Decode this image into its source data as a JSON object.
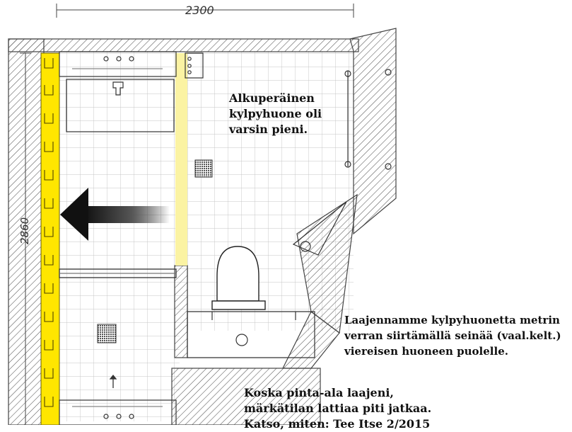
{
  "dimensions": {
    "width_label": "2300",
    "height_label": "2860"
  },
  "notes": {
    "original_small": [
      "Alkuperäinen",
      "kylpyhuone oli",
      "varsin pieni."
    ],
    "expansion": [
      "Laajennamme kylpyhuonetta metrin",
      "verran siirtämällä seinää (vaal.kelt.)",
      "viereisen huoneen puolelle."
    ],
    "floor_extension": [
      "Koska pinta-ala laajeni,",
      "märkätilan lattiaa piti jatkaa.",
      "Katso, miten: Tee Itse 2/2015"
    ]
  },
  "colors": {
    "new_wall": "#ffe600",
    "old_wall": "#fbf3a3",
    "tile_grid": "#b9b9b9",
    "arrow": "#111111"
  }
}
